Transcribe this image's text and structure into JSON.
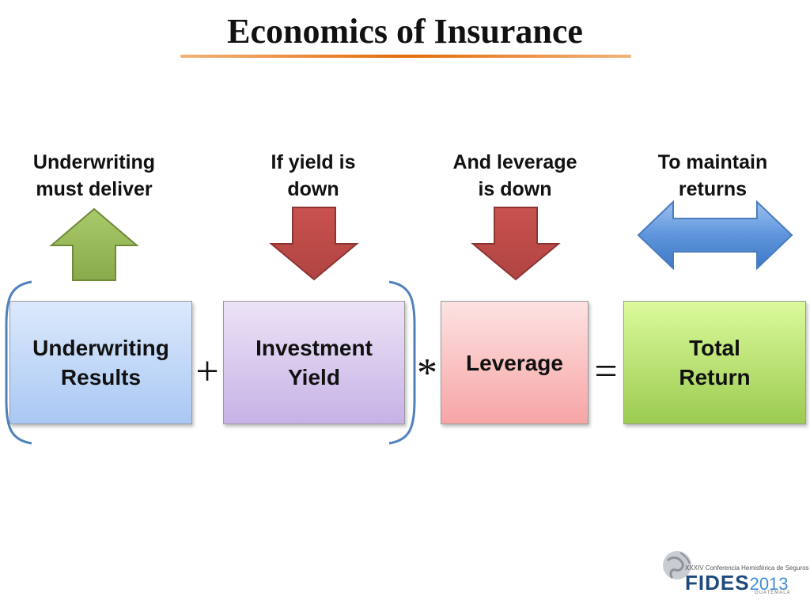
{
  "title": "Economics of Insurance",
  "captions": [
    {
      "line1": "Underwriting",
      "line2": "must deliver"
    },
    {
      "line1": "If yield is",
      "line2": "down"
    },
    {
      "line1": "And leverage",
      "line2": "is down"
    },
    {
      "line1": "To maintain",
      "line2": "returns"
    }
  ],
  "boxes": [
    {
      "line1": "Underwriting",
      "line2": "Results"
    },
    {
      "line1": "Investment",
      "line2": "Yield"
    },
    {
      "line1": "Leverage"
    },
    {
      "line1": "Total",
      "line2": "Return"
    }
  ],
  "operators": {
    "plus": "+",
    "times": "*",
    "equals": "="
  },
  "logo": {
    "subtitle": "XXXIV Conferencia Hemisférica de Seguros",
    "brand": "FIDES",
    "year": "2013",
    "place": "GUATEMALA"
  },
  "colors": {
    "arrow_up": "#9bbb59",
    "arrow_down": "#c0504d",
    "arrow_double": "#4f81bd",
    "title_rule": "#e46c0a"
  }
}
